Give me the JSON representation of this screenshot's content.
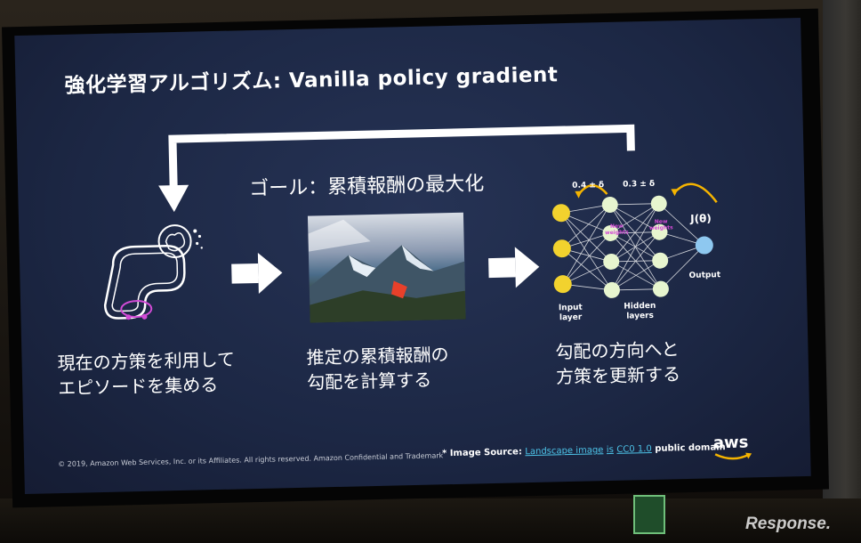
{
  "slide": {
    "title": "強化学習アルゴリズム: Vanilla policy gradient",
    "goal": "ゴール：累積報酬の最大化",
    "step1": {
      "line1": "現在の方策を利用して",
      "line2": "エピソードを集める"
    },
    "step2": {
      "line1": "推定の累積報酬の",
      "line2": "勾配を計算する"
    },
    "step3": {
      "line1": "勾配の方向へと",
      "line2": "方策を更新する"
    },
    "network": {
      "delta_left": "0.4 ± δ",
      "delta_right": "0.3 ± δ",
      "new_weights": "New weights",
      "objective": "J(θ)",
      "input_layer": "Input layer",
      "hidden_layers": "Hidden layers",
      "output": "Output"
    },
    "footer": {
      "copyright": "© 2019, Amazon Web Services, Inc. or its Affiliates. All rights reserved. Amazon Confidential and Trademark",
      "image_source_label": "* Image Source:",
      "landscape_link": "Landscape image",
      "is_text": "is",
      "license_link": "CC0 1.0",
      "domain_text": "public domain"
    },
    "logo": "aws"
  },
  "watermark": "Response.",
  "colors": {
    "screen_bg": "#1c2744",
    "node_yellow": "#f2d22e",
    "node_hidden": "#e7f5cf",
    "node_output": "#8ec8f0",
    "arrow_orange": "#f5b400",
    "link": "#4dc3e8",
    "accent_pink": "#d24bd6"
  }
}
